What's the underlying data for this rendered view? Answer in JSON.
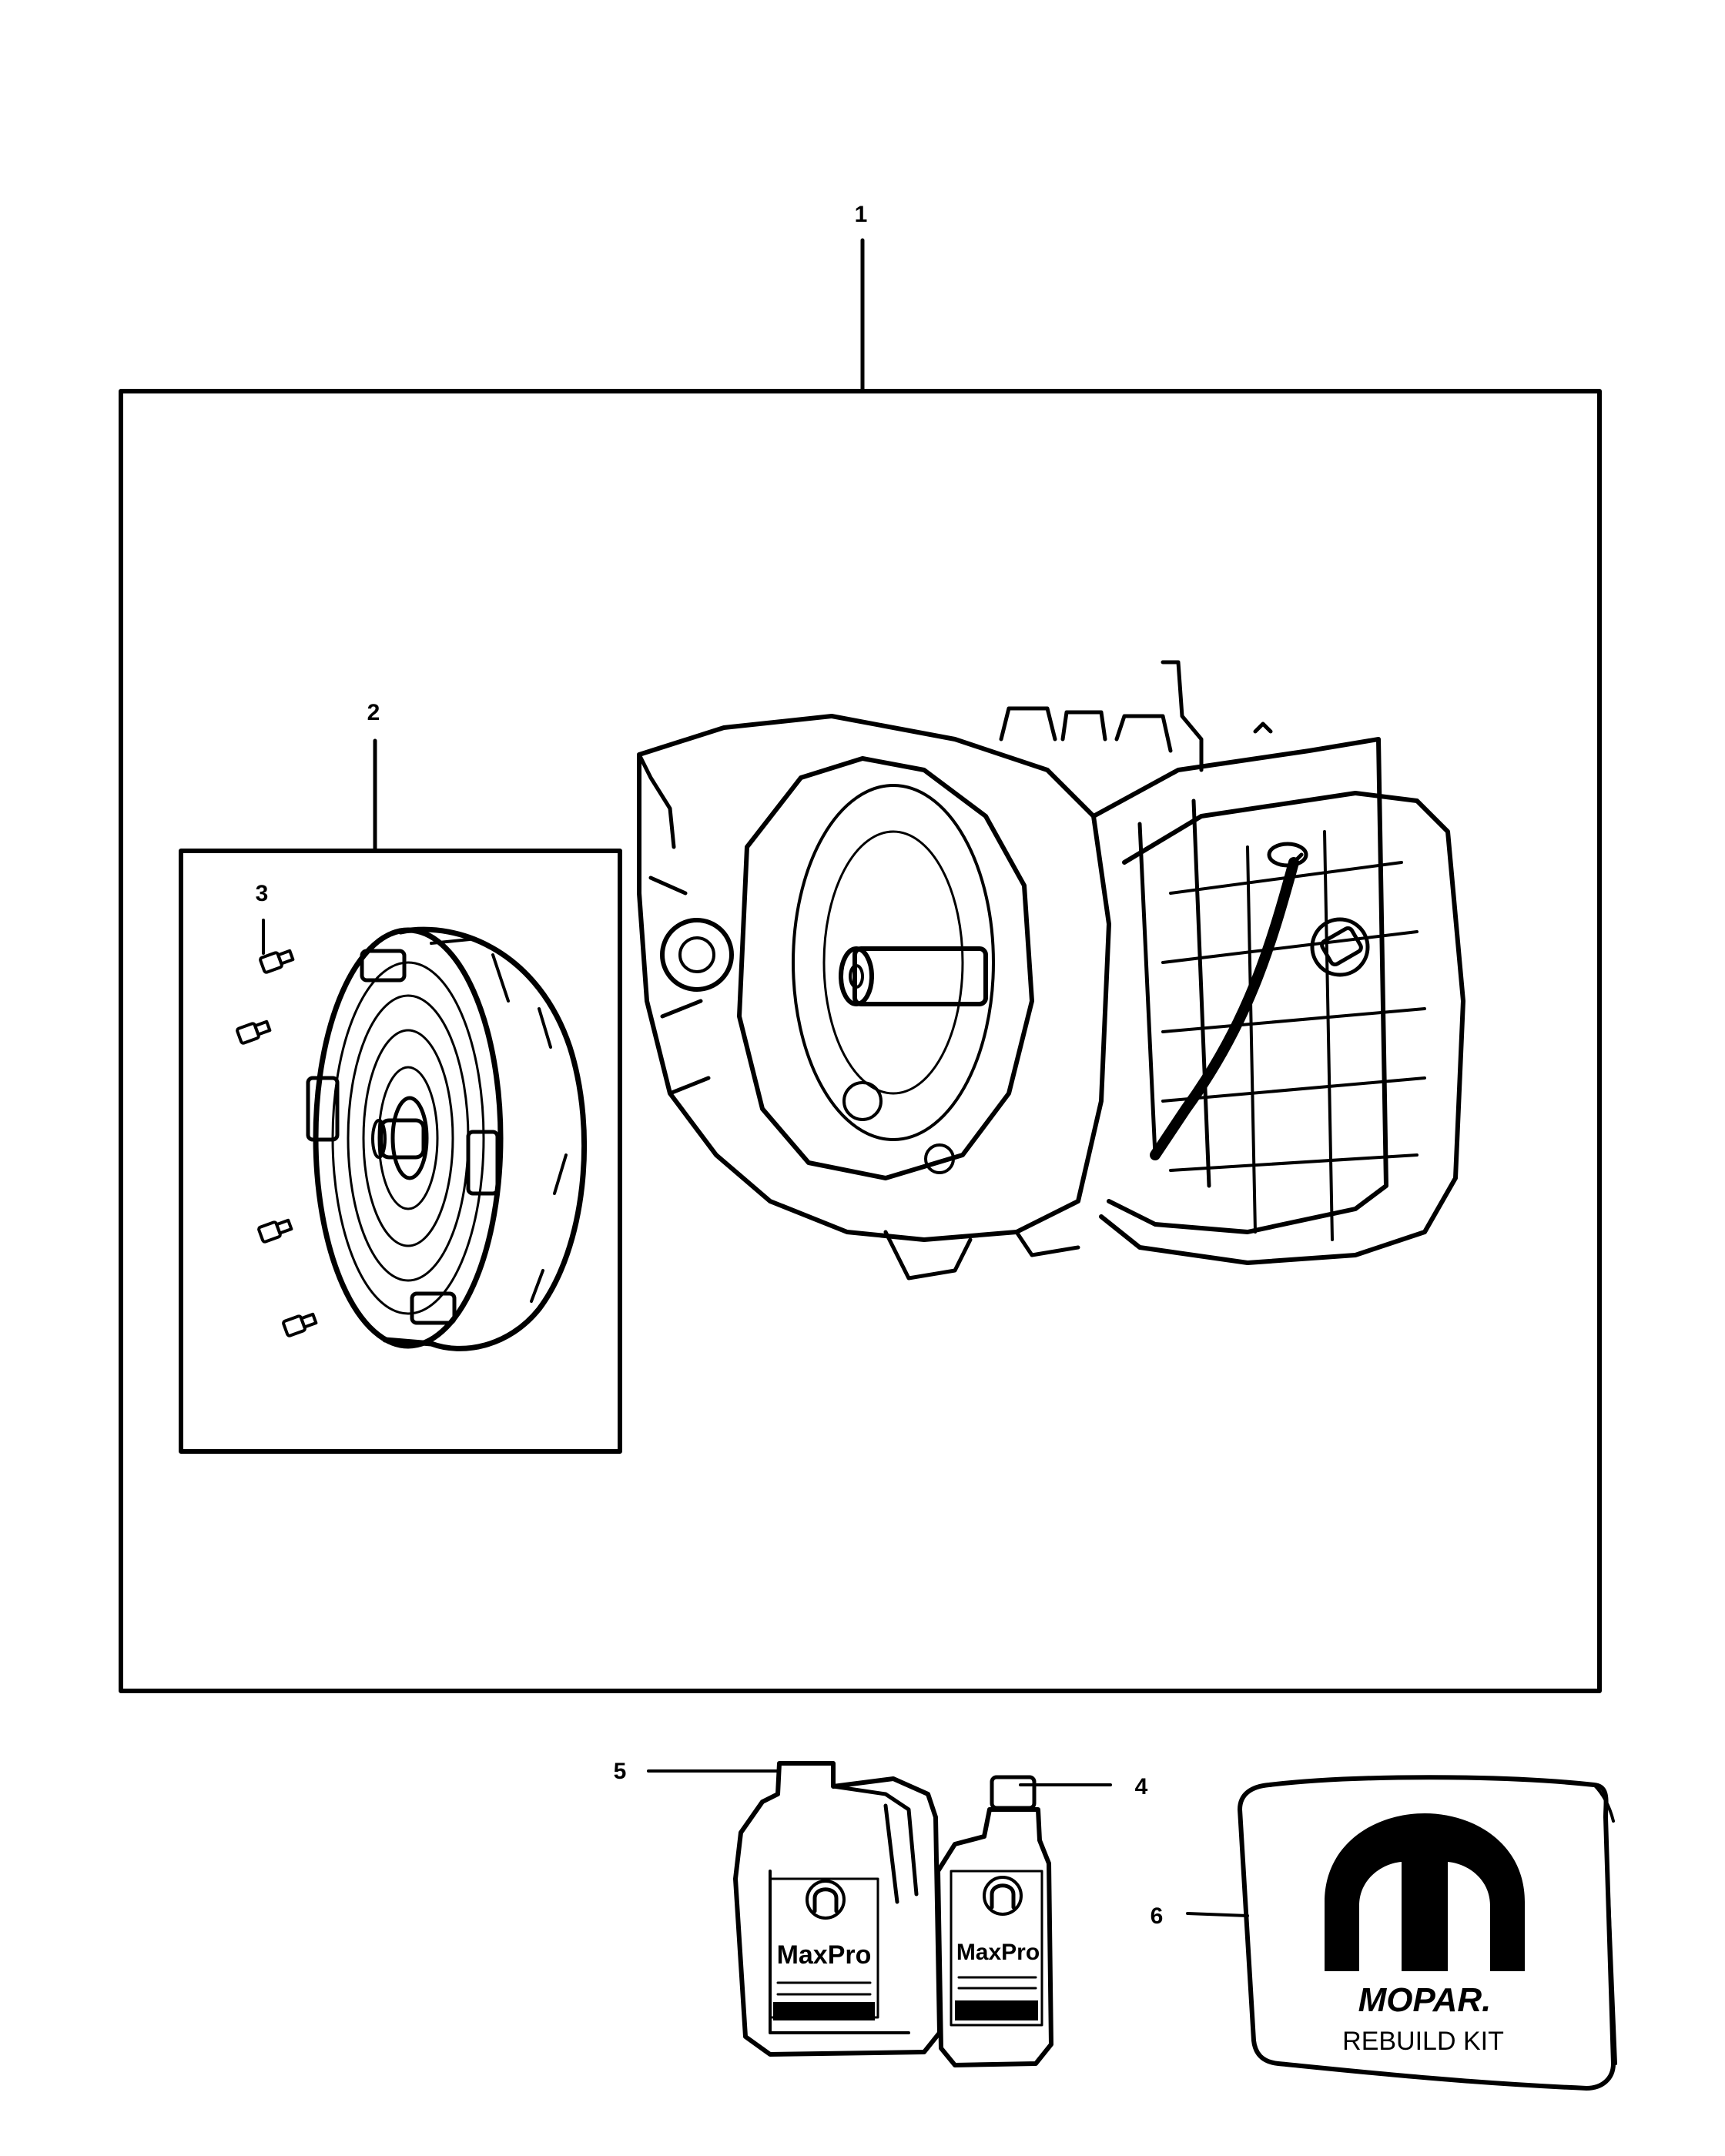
{
  "callouts": {
    "c1": "1",
    "c2": "2",
    "c3": "3",
    "c4": "4",
    "c5": "5",
    "c6": "6"
  },
  "labels": {
    "jug_brand": "MaxPro",
    "bottle_brand": "MaxPro",
    "kit_logo": "MOPAR.",
    "kit_title": "REBUILD KIT"
  },
  "colors": {
    "line": "#000000",
    "background": "#ffffff"
  }
}
